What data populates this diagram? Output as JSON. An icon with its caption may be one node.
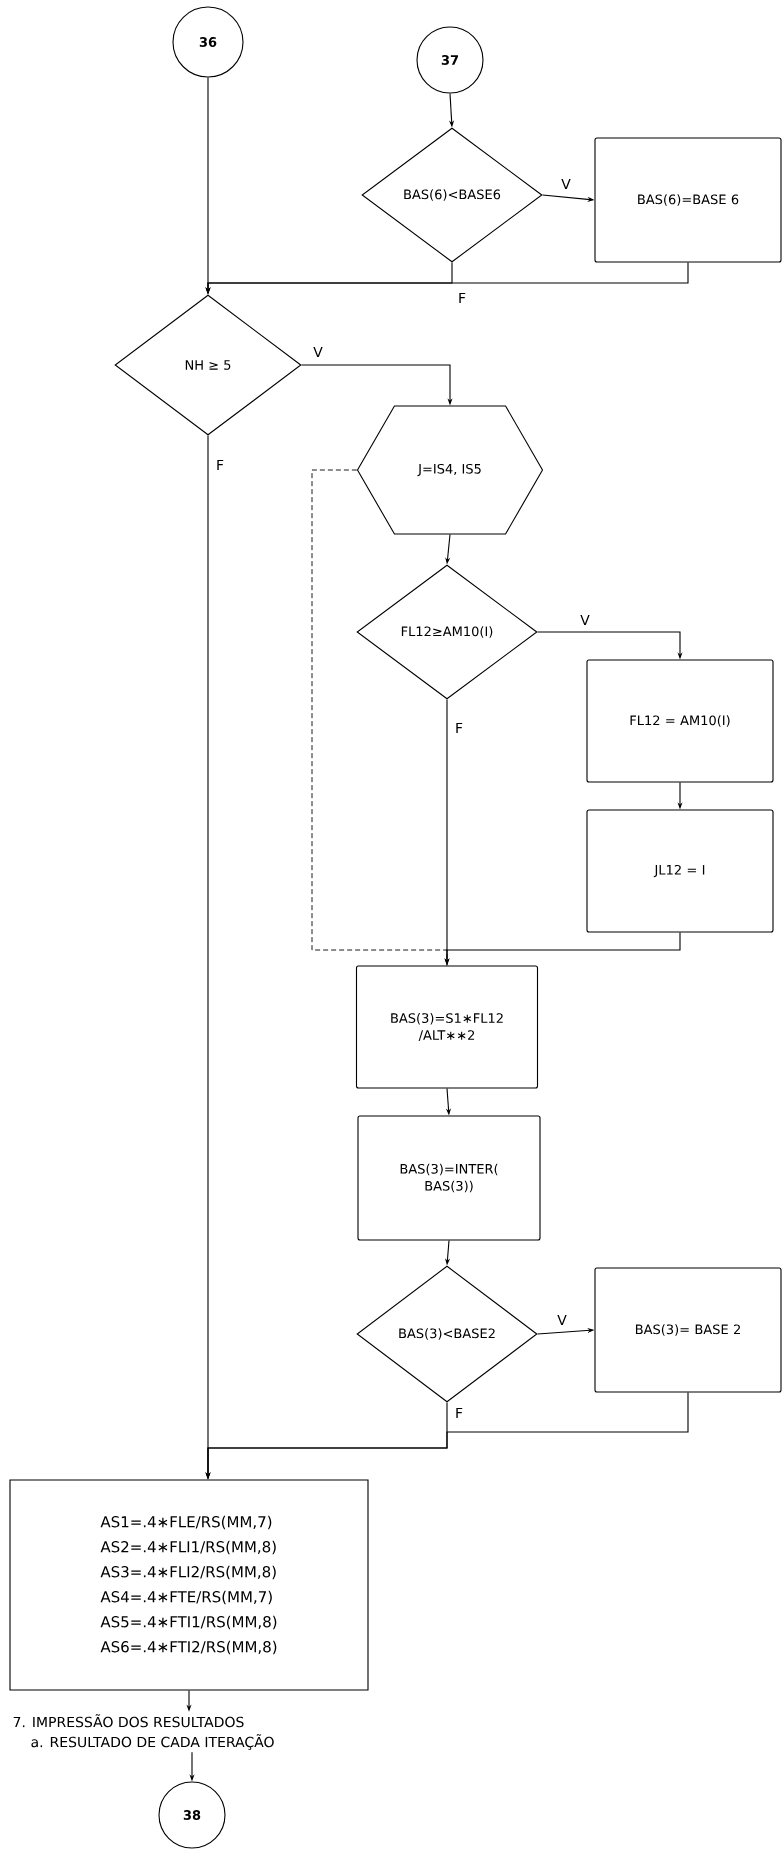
{
  "diagram": {
    "nodes": [
      {
        "text": [
          "36"
        ]
      },
      {
        "text": [
          "37"
        ]
      },
      {
        "text": [
          "BAS(6)<BASE6"
        ]
      },
      {
        "text": [
          "BAS(6)=BASE 6"
        ]
      },
      {
        "text": [
          "NH ≥ 5"
        ]
      },
      {
        "text": [
          "J=IS4, IS5"
        ]
      },
      {
        "text": [
          "FL12≥AM10(I)"
        ]
      },
      {
        "text": [
          "FL12 = AM10(I)"
        ]
      },
      {
        "text": [
          "JL12 = I"
        ]
      },
      {
        "text": [
          "BAS(3)=S1∗FL12 /ALT∗∗2"
        ]
      },
      {
        "text": [
          "BAS(3)=INTER( BAS(3))"
        ]
      },
      {
        "text": [
          "BAS(3)<BASE2"
        ]
      },
      {
        "text": [
          "BAS(3)= BASE 2"
        ]
      },
      {
        "text": [
          "AS1=.4∗FLE/RS(MM,7)",
          "AS2=.4∗FLI1/RS(MM,8)",
          "AS3=.4∗FLI2/RS(MM,8)",
          "AS4=.4∗FTE/RS(MM,7)",
          "AS5=.4∗FTI1/RS(MM,8)",
          "AS6=.4∗FTI2/RS(MM,8)"
        ]
      },
      {
        "text": [
          "7. IMPRESSÃO DOS RESULTADOS",
          "a. RESULTADO DE CADA ITERAÇÃO"
        ]
      },
      {
        "text": [
          "38"
        ]
      }
    ],
    "edges": [
      {
        "from": 0,
        "to": 4,
        "arrow": "to"
      },
      {
        "from": 1,
        "to": 2,
        "arrow": "to"
      },
      {
        "from": 2,
        "to": 3,
        "arrow": "to",
        "label": "V"
      },
      {
        "from": 2,
        "to": 4,
        "arrow": "to",
        "label": "F"
      },
      {
        "from": 3,
        "to": 4,
        "arrow": "to"
      },
      {
        "from": 4,
        "to": 5,
        "arrow": "to",
        "label": "V"
      },
      {
        "from": 4,
        "to": 13,
        "arrow": "to",
        "label": "F"
      },
      {
        "from": 5,
        "to": 6,
        "arrow": "to"
      },
      {
        "from": 6,
        "to": 7,
        "arrow": "to",
        "label": "V"
      },
      {
        "from": 6,
        "to": 9,
        "arrow": "to",
        "label": "F"
      },
      {
        "from": 7,
        "to": 8,
        "arrow": "to"
      },
      {
        "from": 8,
        "to": 9,
        "arrow": "to"
      },
      {
        "from": 5,
        "to": 9,
        "arrow": "none",
        "style": "dashed"
      },
      {
        "from": 9,
        "to": 10,
        "arrow": "to"
      },
      {
        "from": 10,
        "to": 11,
        "arrow": "to"
      },
      {
        "from": 11,
        "to": 12,
        "arrow": "to",
        "label": "V"
      },
      {
        "from": 11,
        "to": 13,
        "arrow": "to",
        "label": "F"
      },
      {
        "from": 12,
        "to": 13,
        "arrow": "to"
      },
      {
        "from": 13,
        "to": 14,
        "arrow": "to"
      },
      {
        "from": 14,
        "to": 15,
        "arrow": "to"
      }
    ]
  }
}
